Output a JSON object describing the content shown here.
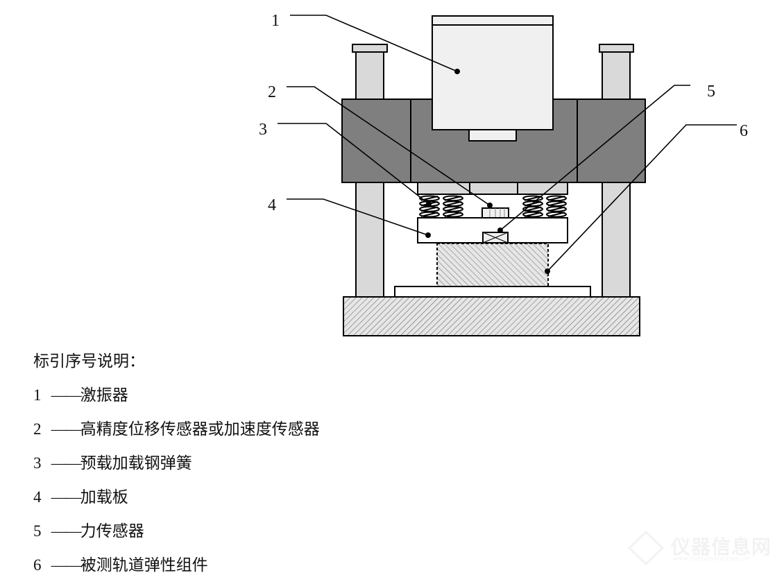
{
  "figure": {
    "callouts": [
      {
        "num": "1",
        "target": "激振器"
      },
      {
        "num": "2",
        "target": "高精度位移传感器或加速度传感器"
      },
      {
        "num": "3",
        "target": "预载加载钢弹簧"
      },
      {
        "num": "4",
        "target": "加载板"
      },
      {
        "num": "5",
        "target": "力传感器"
      },
      {
        "num": "6",
        "target": "被测轨道弹性组件"
      }
    ],
    "colors": {
      "beam": "#7f7f7f",
      "post": "#d9d9d9",
      "shaker": "#f0f0f0",
      "outline": "#000000",
      "hatch": "#555555"
    }
  },
  "legend": {
    "title": "标引序号说明：",
    "dash": "——",
    "items": [
      {
        "num": "1",
        "label": "激振器"
      },
      {
        "num": "2",
        "label": "高精度位移传感器或加速度传感器"
      },
      {
        "num": "3",
        "label": "预载加载钢弹簧"
      },
      {
        "num": "4",
        "label": "加载板"
      },
      {
        "num": "5",
        "label": "力传感器"
      },
      {
        "num": "6",
        "label": "被测轨道弹性组件"
      }
    ]
  },
  "watermark": {
    "text": "仪器信息网",
    "url": "www.instrument.com.cn"
  }
}
